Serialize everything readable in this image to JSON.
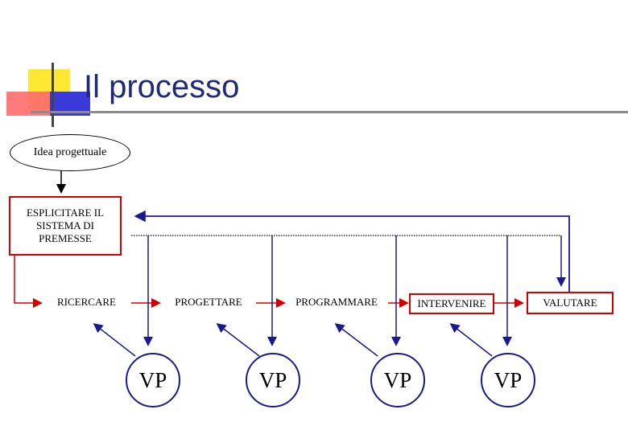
{
  "slide": {
    "title": "Il processo",
    "idea_label": "Idea progettuale",
    "premise_box": {
      "line1": "ESPLICITARE IL",
      "line2": "SISTEMA DI",
      "line3": "PREMESSE"
    },
    "phases": [
      "RICERCARE",
      "PROGETTARE",
      "PROGRAMMARE",
      "INTERVENIRE",
      "VALUTARE"
    ],
    "vp_labels": [
      "VP",
      "VP",
      "VP",
      "VP"
    ]
  },
  "colors": {
    "title": "#1f2a7a",
    "box_border": "#d40000",
    "vp_border": "#1a1a8f",
    "feedback_arrow": "#1a1a8f",
    "red_arrow": "#d40000",
    "decor_yellow": "#ffe833",
    "decor_red": "#ff5050",
    "decor_blue": "#3a3ad8"
  }
}
